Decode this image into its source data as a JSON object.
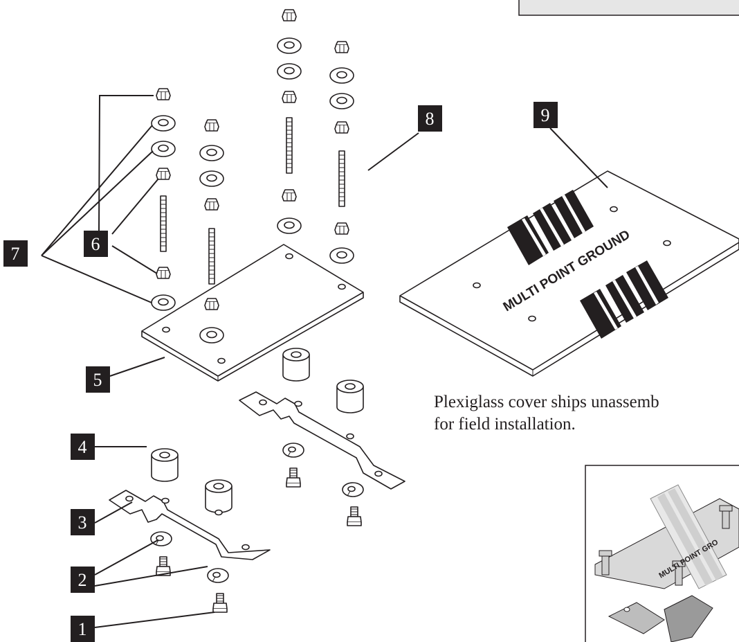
{
  "callouts": [
    "1",
    "2",
    "3",
    "4",
    "5",
    "6",
    "7",
    "8",
    "9"
  ],
  "cover_label": "MULTI POINT GROUND",
  "inset_cover_label": "MULTI POINT GRO",
  "note": {
    "line1": "Plexiglass cover ships unassemb",
    "line2": "for field installation."
  },
  "colors": {
    "ink": "#231f20",
    "inset_fill": "#d9d9d9"
  }
}
